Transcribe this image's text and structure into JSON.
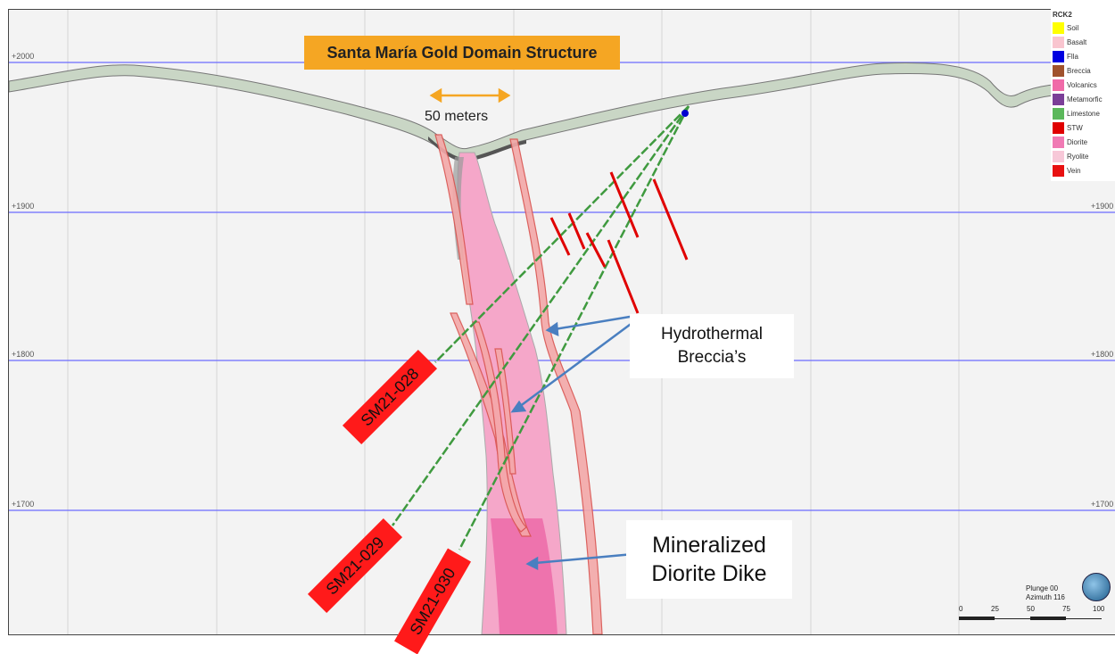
{
  "title": "Santa María Gold Domain Structure",
  "scale_label": "50 meters",
  "elevations": [
    "+2000",
    "+1900",
    "+1800",
    "+1700"
  ],
  "callouts": {
    "breccia": "Hydrothermal\nBreccia’s",
    "dike": "Mineralized\nDiorite Dike"
  },
  "drill_holes": [
    "SM21-028",
    "SM21-029",
    "SM21-030"
  ],
  "legend": {
    "title": "RCK2",
    "items": [
      {
        "label": "Soil",
        "color": "#ffff00"
      },
      {
        "label": "Basalt",
        "color": "#f9c5cf"
      },
      {
        "label": "Flla",
        "color": "#0000e0"
      },
      {
        "label": "Breccia",
        "color": "#a0522d"
      },
      {
        "label": "Volcanics",
        "color": "#f06aa8"
      },
      {
        "label": "Metamorfic",
        "color": "#7b3f98"
      },
      {
        "label": "Limestone",
        "color": "#5bb85b"
      },
      {
        "label": "STW",
        "color": "#e00000"
      },
      {
        "label": "Diorite",
        "color": "#f07ab4"
      },
      {
        "label": "Ryolite",
        "color": "#f7c8d8"
      },
      {
        "label": "Vein",
        "color": "#e81010"
      }
    ]
  },
  "view": {
    "plunge": "Plunge 00",
    "azimuth": "Azimuth 116"
  },
  "scale_bar": [
    "0",
    "25",
    "50",
    "75",
    "100"
  ],
  "colors": {
    "title_bg": "#f5a623",
    "hole_label_bg": "#ff1a1a",
    "gridline": "#6b6bff",
    "drill_trace": "#3f9a3f",
    "vein": "#e00000",
    "arrow": "#4a7fc0"
  }
}
